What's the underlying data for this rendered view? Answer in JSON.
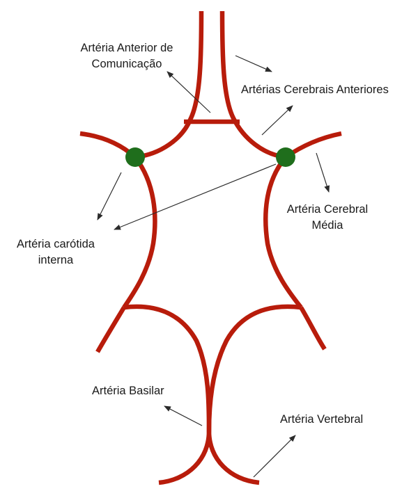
{
  "colors": {
    "artery": "#b81c0b",
    "node": "#1f6e1c",
    "arrow": "#2b2b2b",
    "background": "#ffffff"
  },
  "labels": {
    "anterior_communicating_line1": "Artéria Anterior de",
    "anterior_communicating_line2": "Comunicação",
    "anterior_cerebral": "Artérias Cerebrais Anteriores",
    "middle_cerebral_line1": "Artéria Cerebral",
    "middle_cerebral_line2": "Média",
    "internal_carotid_line1": "Artéria carótida",
    "internal_carotid_line2": "interna",
    "basilar": "Artéria Basilar",
    "vertebral": "Artéria Vertebral"
  }
}
